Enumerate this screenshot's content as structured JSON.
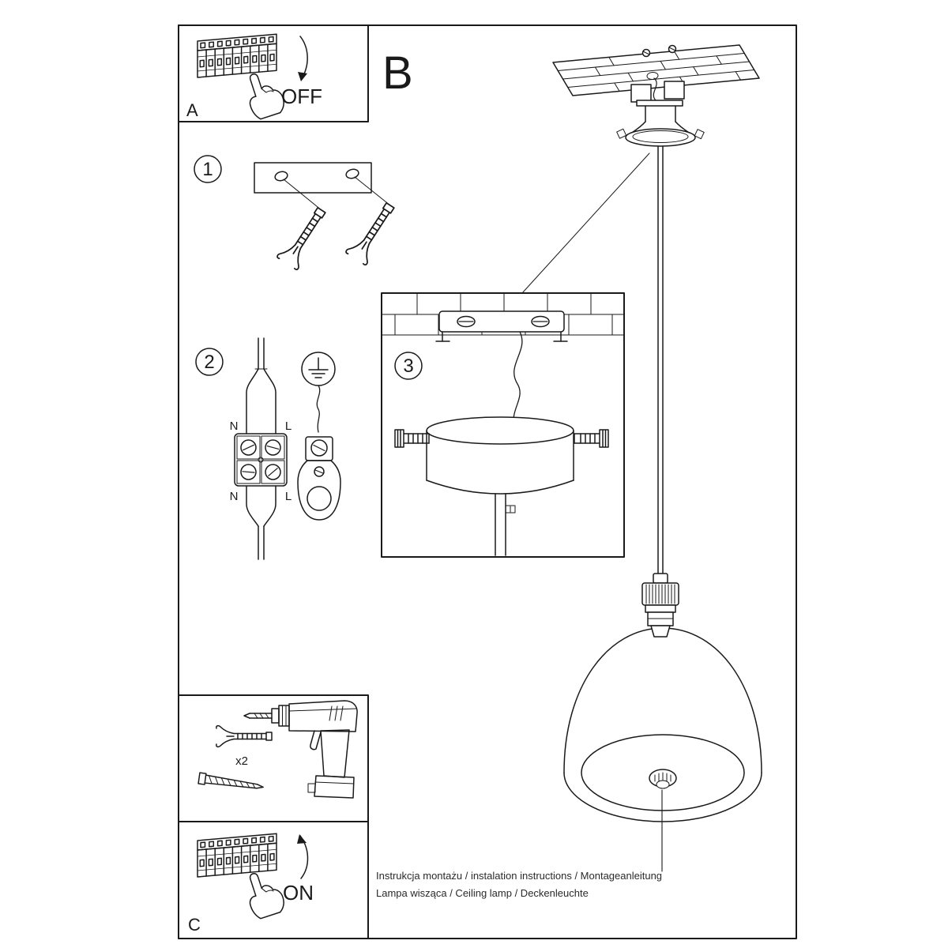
{
  "labels": {
    "panel_a": "A",
    "section_b": "B",
    "panel_c": "C",
    "breaker_off": "OFF",
    "breaker_on": "ON"
  },
  "steps": {
    "one": "1",
    "two": "2",
    "three": "3"
  },
  "wiring": {
    "n_top": "N",
    "l_top": "L",
    "n_bottom": "N",
    "l_bottom": "L"
  },
  "hardware": {
    "plug_count": "x2"
  },
  "captions": {
    "line1": "Instrukcja montażu / instalation instructions / Montageanleitung",
    "line2": "Lampa wisząca / Ceiling lamp / Deckenleuchte"
  },
  "colors": {
    "ink": "#1a1a1a",
    "paper": "#ffffff"
  }
}
